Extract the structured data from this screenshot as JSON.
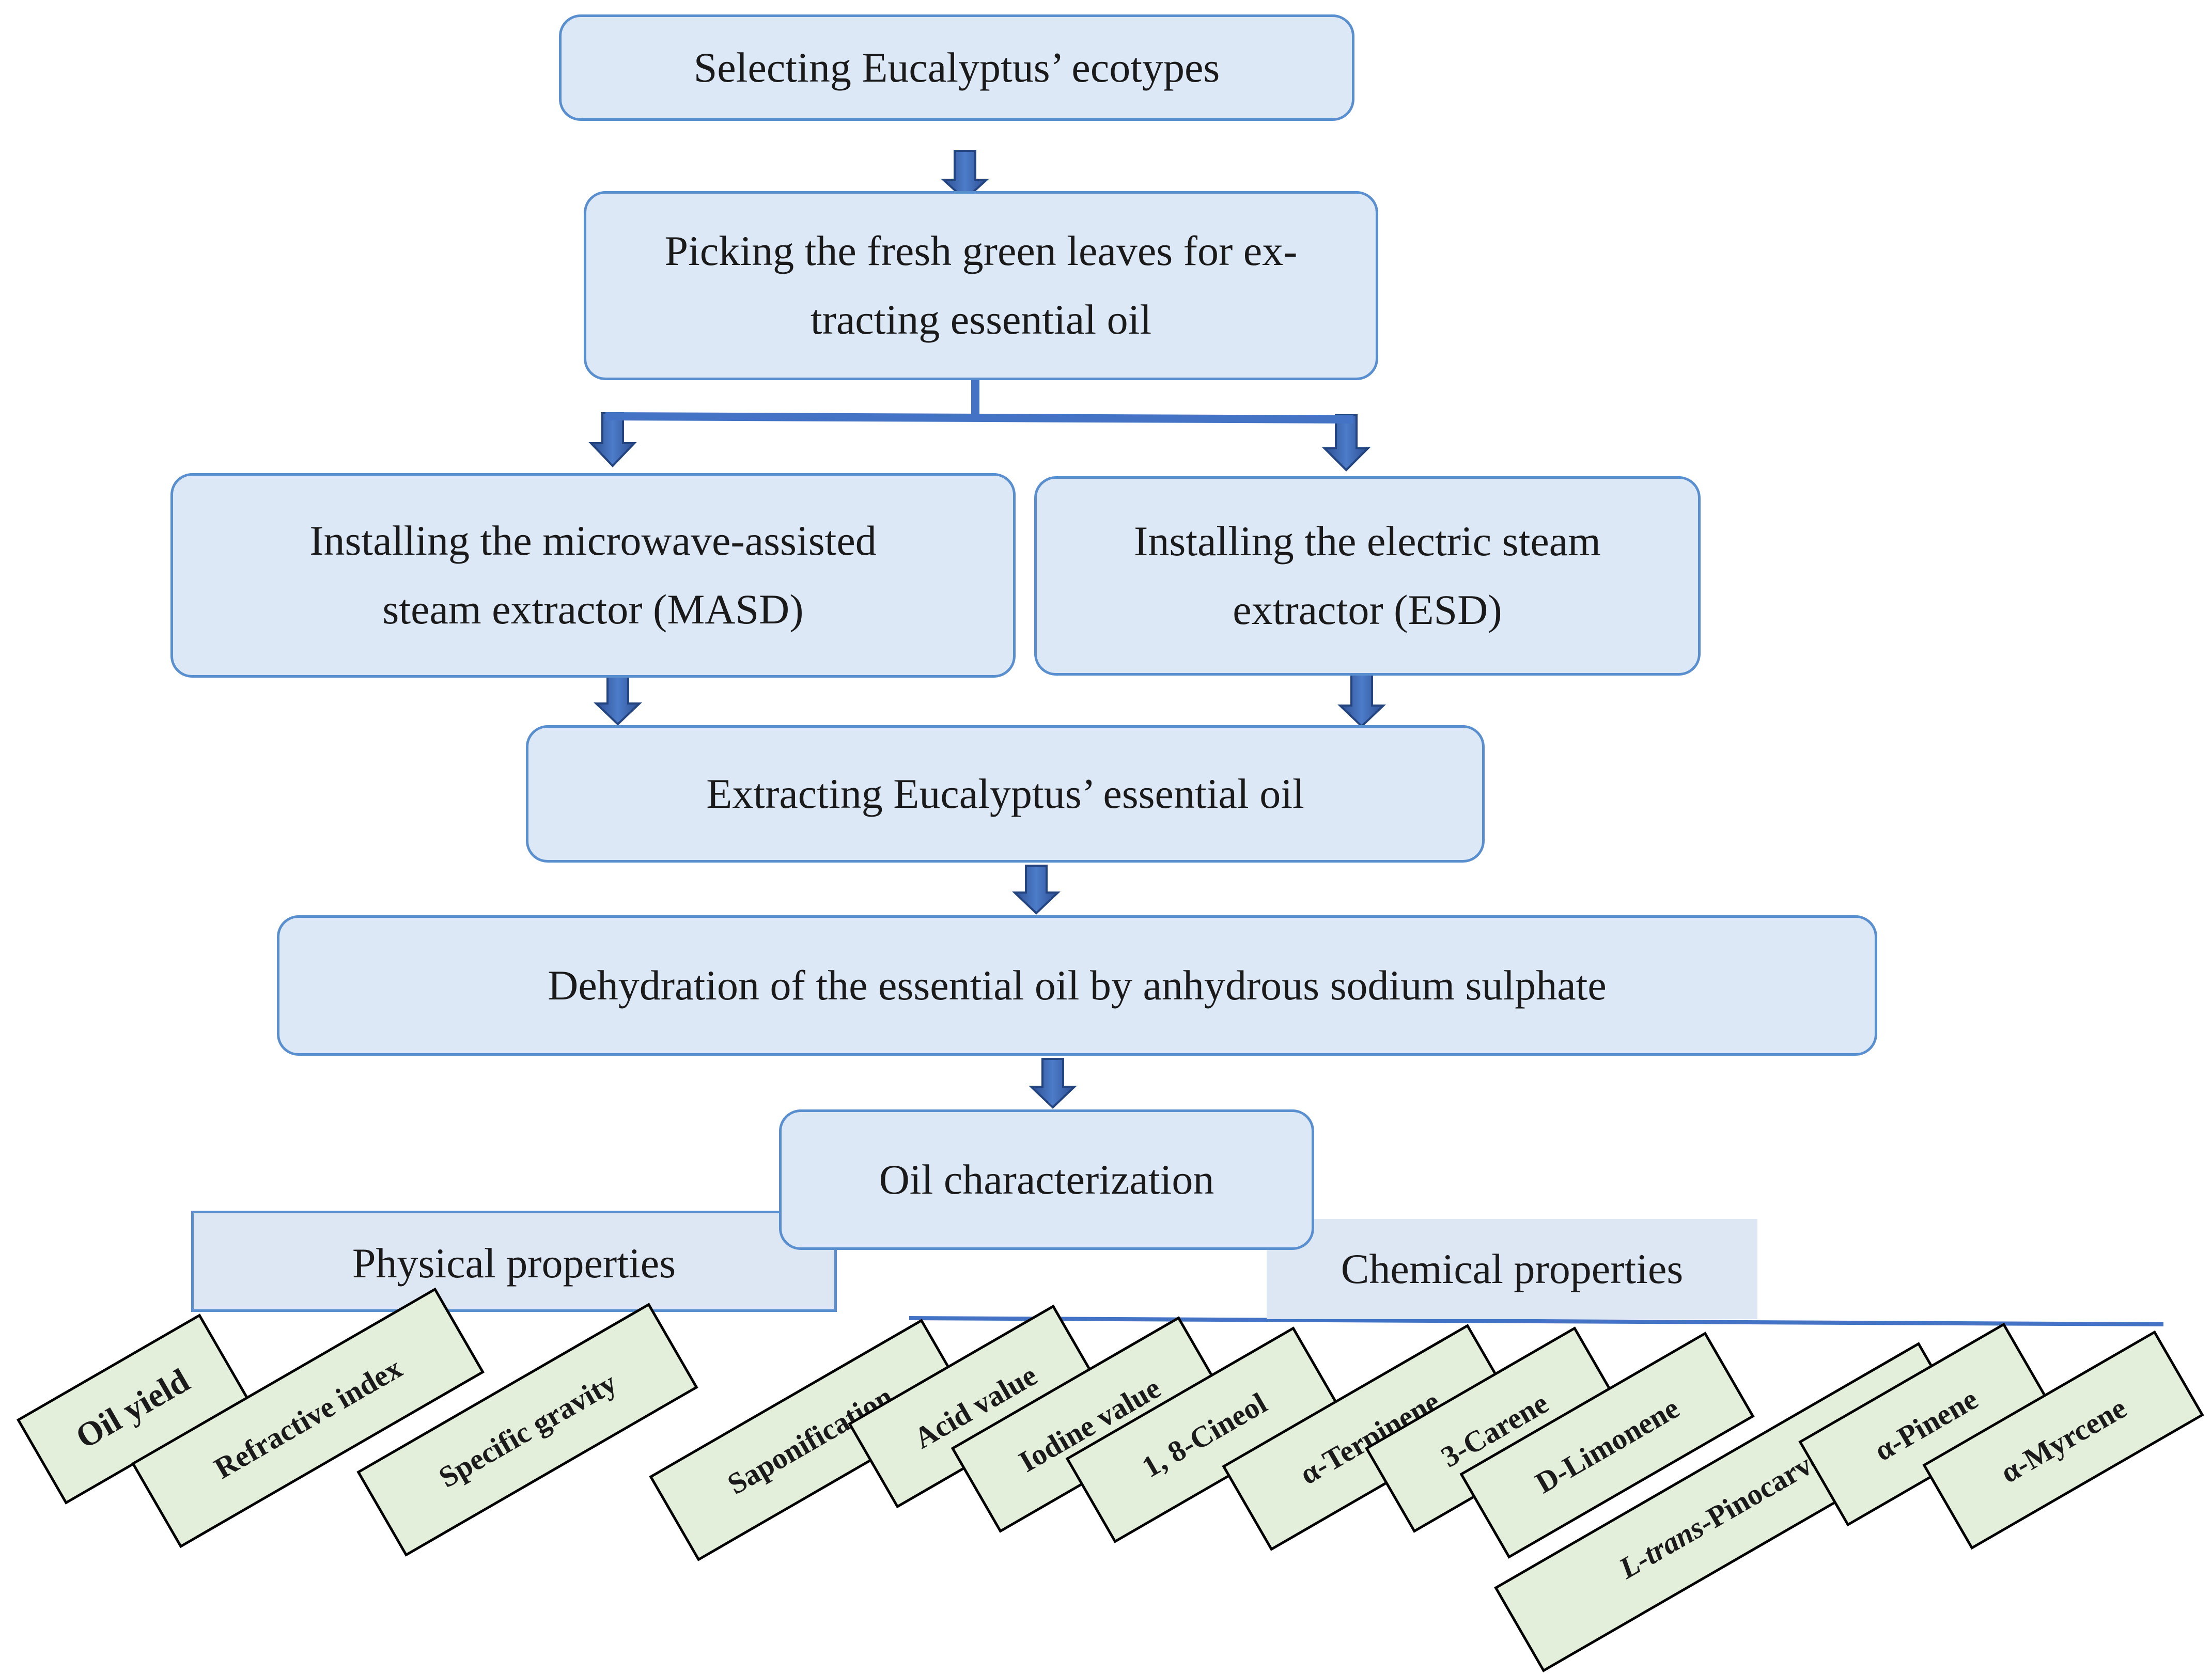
{
  "flow": {
    "step1": "Selecting Eucalyptus’ ecotypes",
    "step2_line1": "Picking the fresh green leaves for ex-",
    "step2_line2": "tracting essential oil",
    "masd_line1": "Installing the microwave-assisted",
    "masd_line2": "steam extractor (MASD)",
    "esd_line1": "Installing the electric steam",
    "esd_line2": "extractor (ESD)",
    "extract": "Extracting Eucalyptus’ essential oil",
    "dehydration": "Dehydration of the essential oil by anhydrous sodium sulphate",
    "characterization": "Oil characterization"
  },
  "physical": {
    "heading": "Physical properties",
    "items": [
      "Oil yield",
      "Refractive index",
      "Specific gravity"
    ]
  },
  "chemical": {
    "heading": "Chemical properties",
    "items": [
      "Saponification",
      "Acid value",
      "Iodine value",
      "1, 8-Cineol",
      "α-Terpinene",
      "3-Carene",
      "D-Limonene",
      "-Pinocarveol",
      "α-Pinene",
      "α-Myrcene"
    ],
    "pinocarveol_prefix": "L-trans"
  },
  "colors": {
    "box_fill": "#dce8f5",
    "box_border": "#5a8fcf",
    "arrow": "#3b66b4",
    "tag_fill": "#e4efdb"
  }
}
